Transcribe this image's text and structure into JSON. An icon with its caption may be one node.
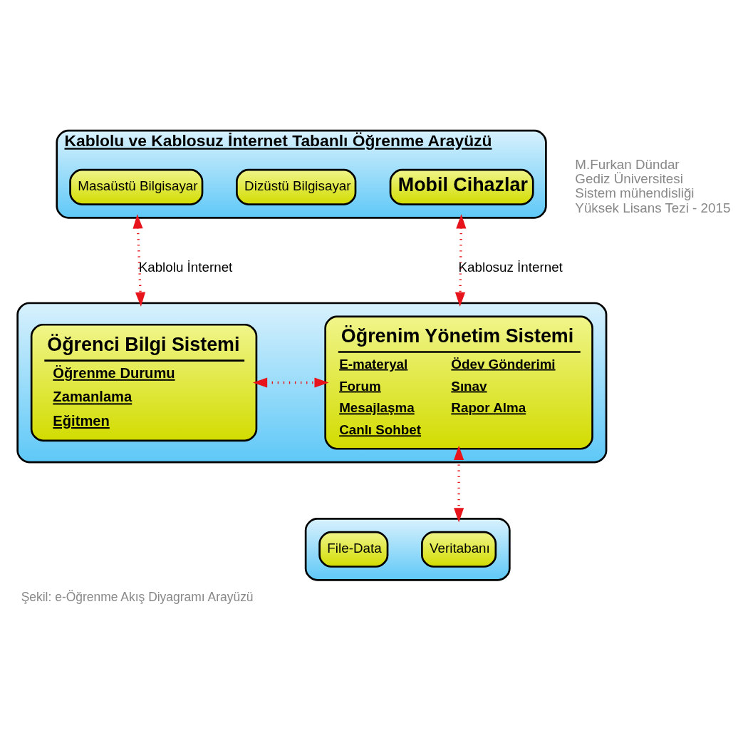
{
  "diagram": {
    "caption": "Şekil: e-Öğrenme Akış Diyagramı Arayüzü",
    "nodes": [
      {
        "text": [
          "Kablolu ve Kablosuz İnternet Tabanlı Öğrenme Arayüzü"
        ]
      },
      {
        "text": [
          "Masaüstü Bilgisayar"
        ],
        "in": 0
      },
      {
        "text": [
          "Dizüstü Bilgisayar"
        ],
        "in": 0
      },
      {
        "text": [
          "Mobil Cihazlar"
        ],
        "in": 0
      },
      {
        "text": [],
        "shape": "box"
      },
      {
        "text": [
          "Öğrenci Bilgi Sistemi",
          "Öğrenme Durumu",
          "Zamanlama",
          "Eğitmen"
        ],
        "in": 4
      },
      {
        "text": [
          "Öğrenim Yönetim Sistemi",
          "E-materyal",
          "Forum",
          "Mesajlaşma",
          "Canlı Sohbet",
          "Ödev Gönderimi",
          "Sınav",
          "Rapor Alma"
        ],
        "in": 4
      },
      {
        "text": [],
        "shape": "box"
      },
      {
        "text": [
          "Veritabanı"
        ],
        "in": 7
      },
      {
        "text": [
          "File-Data"
        ],
        "in": 7
      }
    ],
    "edges": [
      {
        "from": 0,
        "to": 4,
        "arrow": "both",
        "label": "Kablolu İnternet",
        "style": "dashed"
      },
      {
        "from": 0,
        "to": 4,
        "arrow": "both",
        "label": "Kablosuz İnternet",
        "style": "dashed"
      },
      {
        "from": 5,
        "to": 6,
        "arrow": "both",
        "style": "dashed"
      },
      {
        "from": 6,
        "to": 7,
        "arrow": "both",
        "style": "dashed"
      }
    ],
    "labels": [
      "M.Furkan Dündar",
      "Gediz Üniversitesi",
      "Sistem mühendisliği",
      "Yüksek Lisans Tezi - 2015"
    ]
  }
}
